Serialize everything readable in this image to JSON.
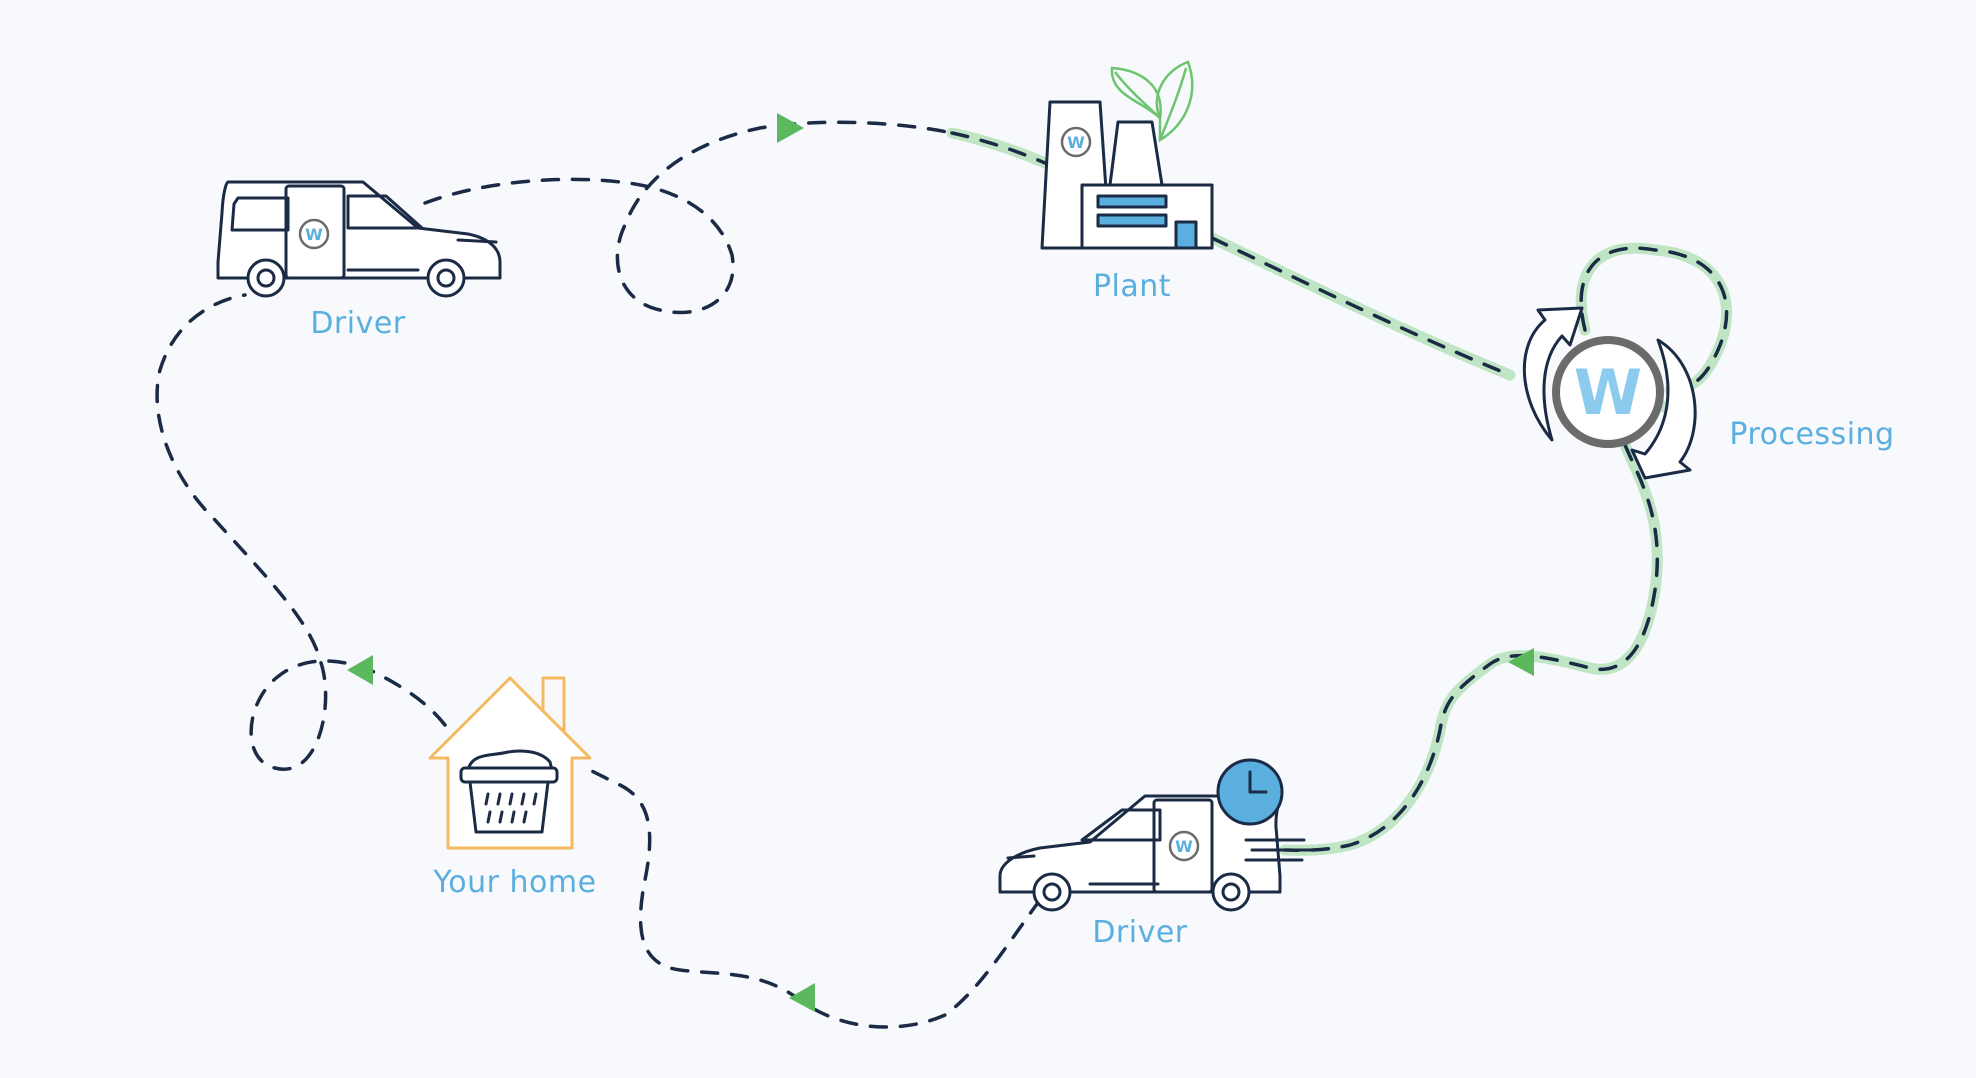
{
  "nodes": {
    "plant": {
      "label": "Plant",
      "icon": "factory-icon"
    },
    "processing": {
      "label": "Processing",
      "icon": "recycle-arrows-icon"
    },
    "driver_top": {
      "label": "Driver",
      "icon": "delivery-van-icon"
    },
    "driver_bottom": {
      "label": "Driver",
      "icon": "fast-delivery-van-icon"
    },
    "home": {
      "label": "Your home",
      "icon": "house-laundry-basket-icon"
    }
  },
  "brand_mark": "W",
  "colors": {
    "navy": "#1b2b45",
    "green": "#5cb85c",
    "green_light": "#bfe5c4",
    "label_blue": "#5aafde",
    "icon_blue": "#5aafde",
    "home_orange": "#f5b95f",
    "leaf_green": "#6cc56e",
    "gray": "#6b6b6b"
  }
}
